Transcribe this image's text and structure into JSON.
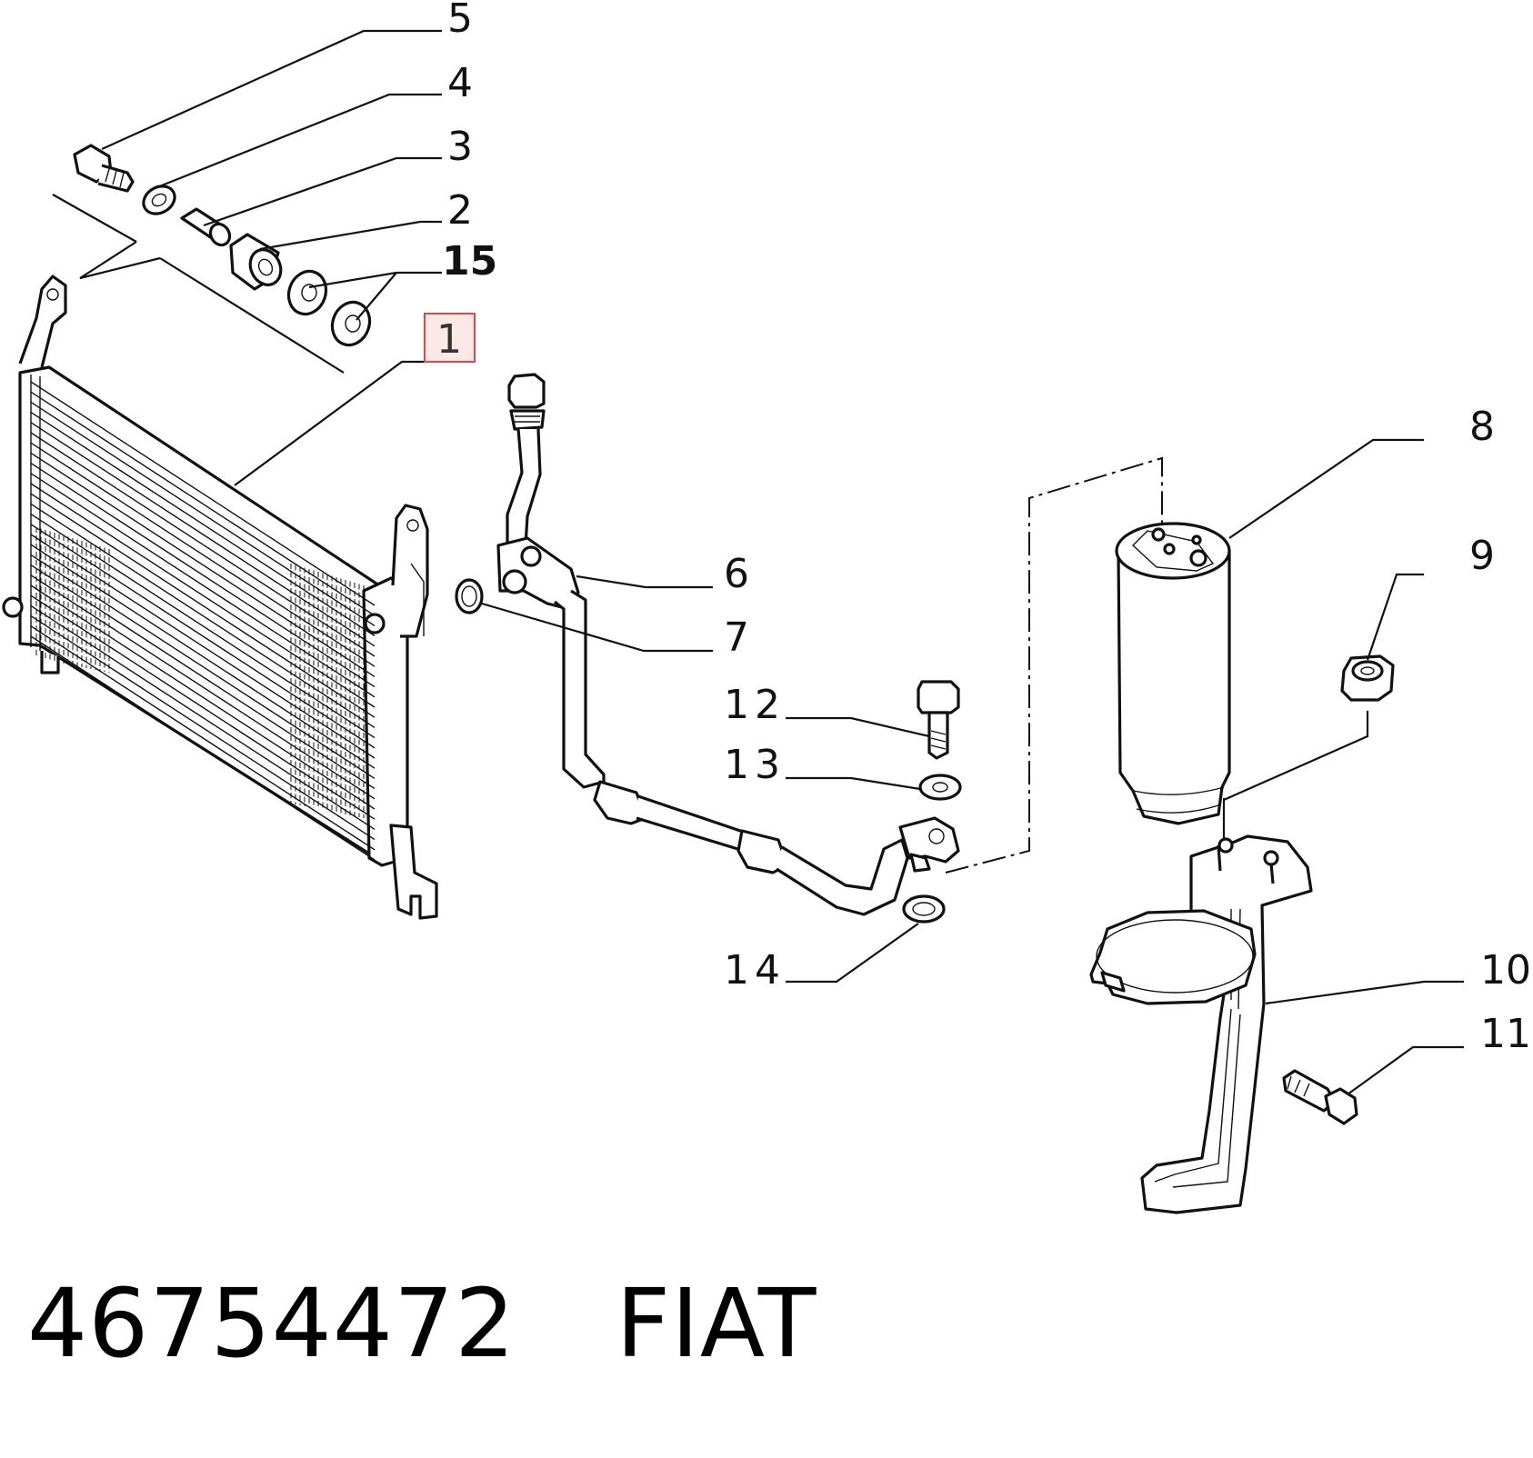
{
  "callouts": {
    "c5": "5",
    "c4": "4",
    "c3": "3",
    "c2": "2",
    "c15": "15",
    "c1": "1",
    "c6": "6",
    "c7": "7",
    "c8": "8",
    "c9": "9",
    "c10": "10",
    "c11": "11",
    "c12": "12",
    "c13": "13",
    "c14": "14"
  },
  "highlighted_callout": "1",
  "footer": {
    "part_number": "46754472",
    "brand": "FIAT"
  },
  "colors": {
    "line": "#111111",
    "highlight_fill": "#fde8e8",
    "highlight_stroke": "#e04848"
  }
}
